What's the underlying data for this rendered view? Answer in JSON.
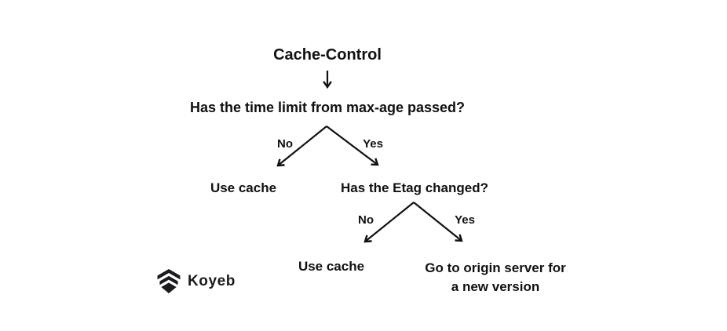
{
  "colors": {
    "background": "#ffffff",
    "ink": "#111111",
    "logo": "#1b1b20"
  },
  "flowchart": {
    "title": "Cache-Control",
    "root_question": "Has the time limit from max-age passed?",
    "level1": {
      "no_label": "No",
      "yes_label": "Yes",
      "no_result": "Use cache",
      "yes_question": "Has the Etag changed?"
    },
    "level2": {
      "no_label": "No",
      "yes_label": "Yes",
      "no_result": "Use cache",
      "yes_result_line1": "Go to origin server for",
      "yes_result_line2": "a new version"
    }
  },
  "icons": {
    "down_arrow": "↓",
    "branch_no_arrow": "↙",
    "branch_yes_arrow": "↘",
    "koyeb_logo": "stacked-chevrons"
  },
  "branding": {
    "logo_text": "Koyeb"
  }
}
